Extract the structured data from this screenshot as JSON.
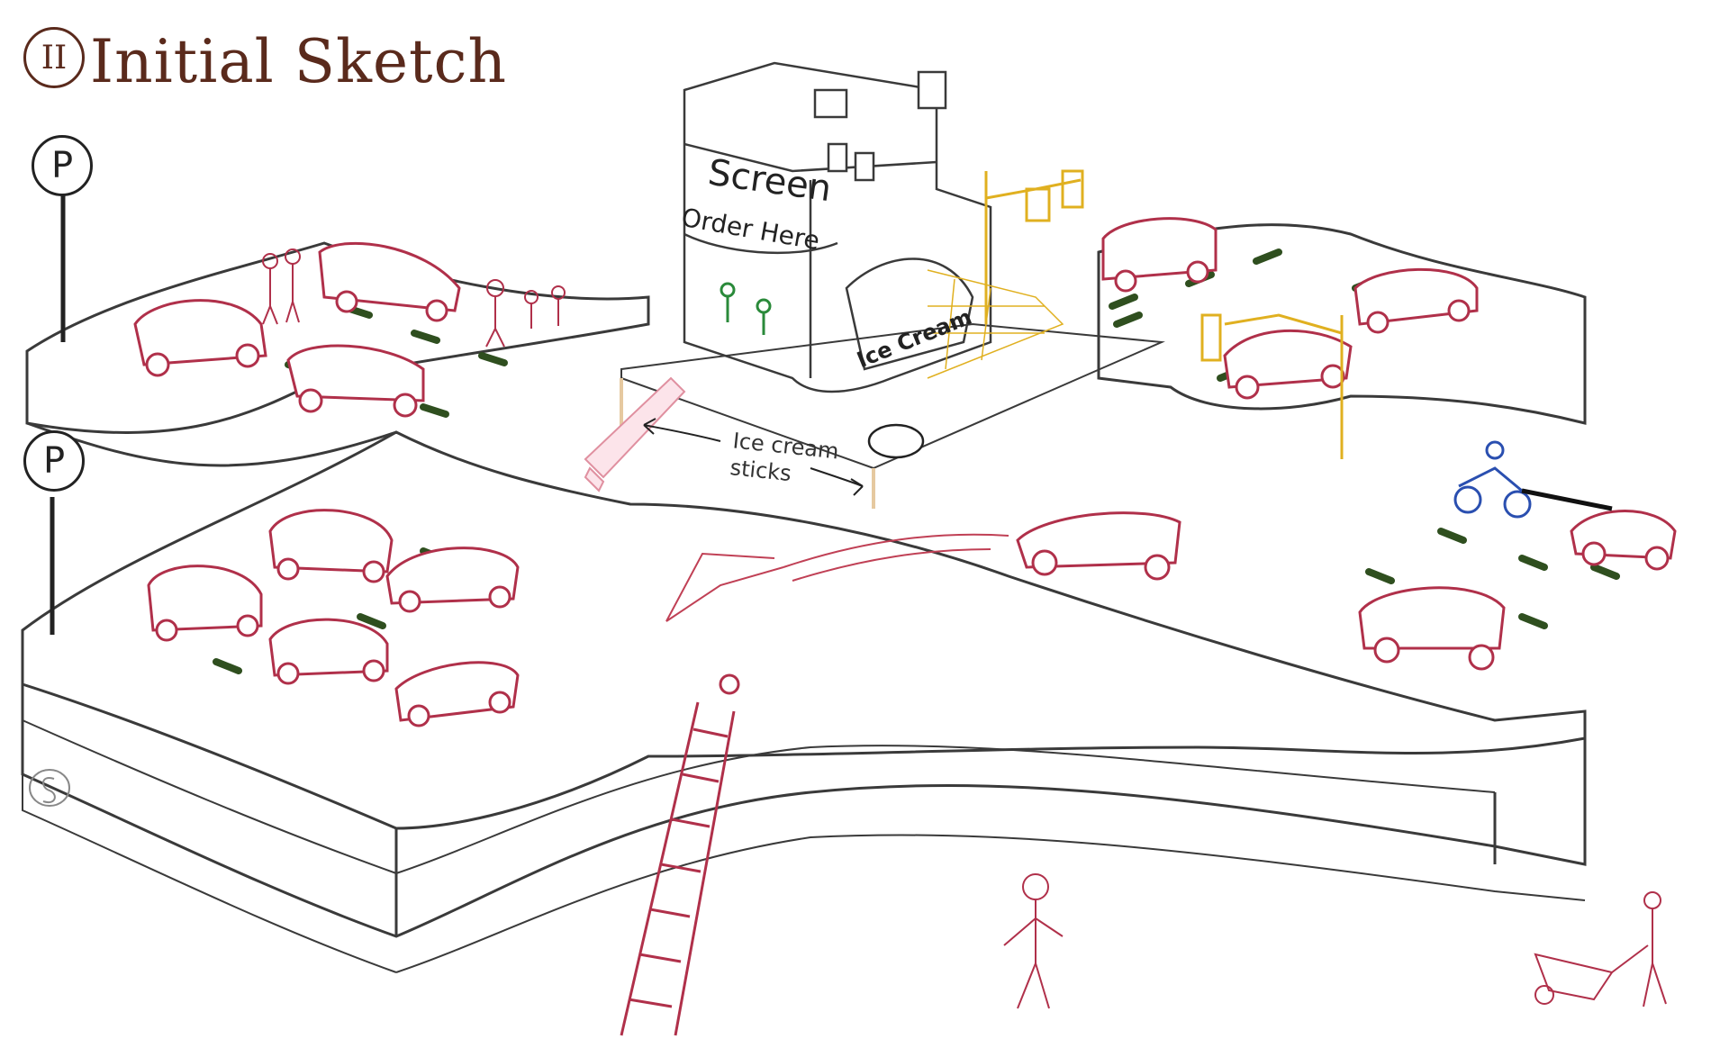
{
  "title": {
    "numeral": "II",
    "text": "Initial Sketch"
  },
  "parking_signs": [
    "P",
    "P"
  ],
  "building": {
    "screen_label": "Screen",
    "order_label": "Order Here",
    "ice_cream_label": "Ice Cream"
  },
  "annotation": {
    "sticks_note": "Ice cream sticks"
  },
  "colors": {
    "outline": "#3a3a3a",
    "cars": "#b0304a",
    "lane_marks": "#2f4f1f",
    "traffic_light": "#e0b020",
    "motorbike": "#2a4fb0",
    "title": "#5a2a1c",
    "ramp": "#e090a0",
    "workers": "#2a8a3a"
  }
}
